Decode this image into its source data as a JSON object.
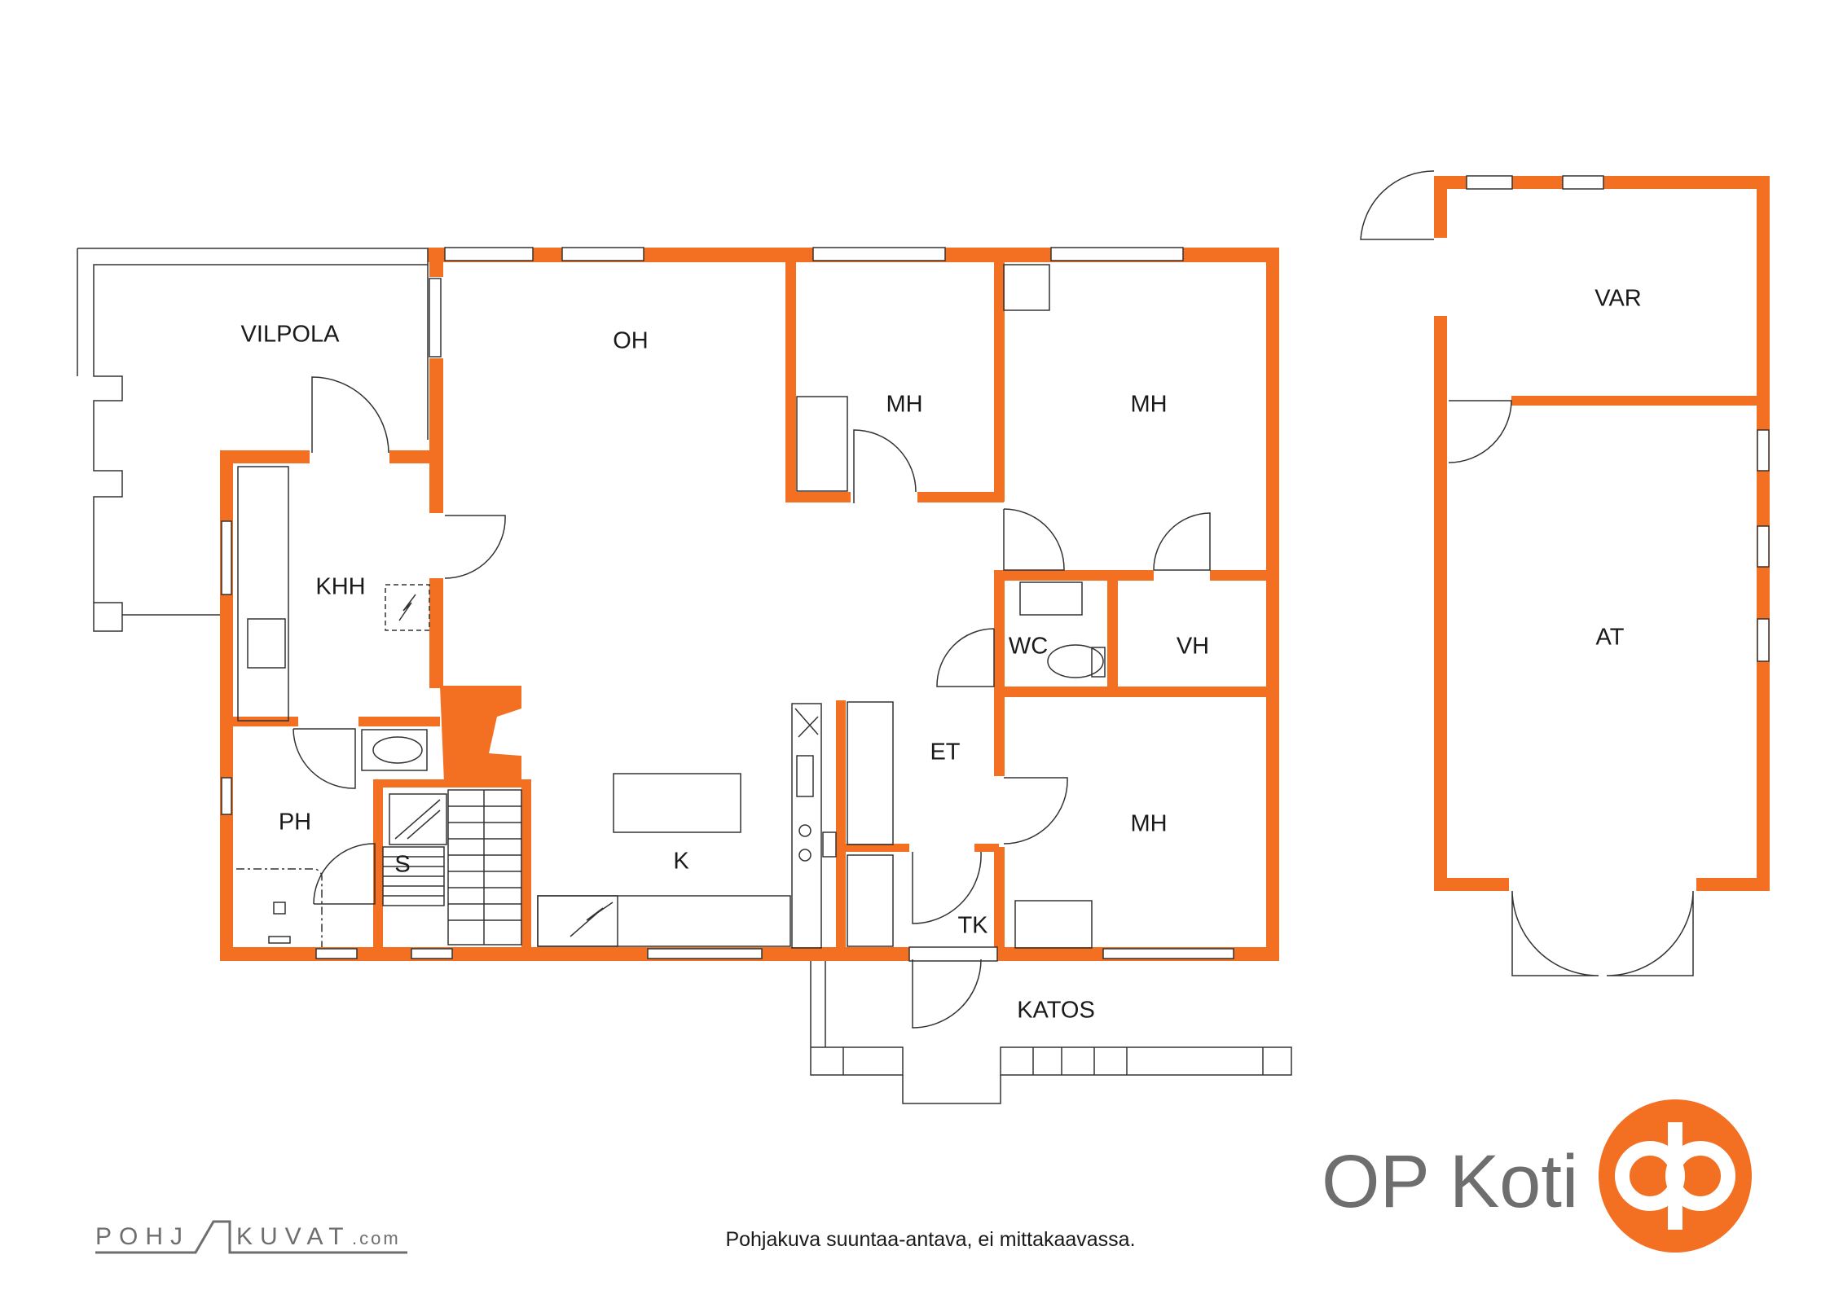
{
  "rooms": {
    "vilpola": "VILPOLA",
    "oh": "OH",
    "mh1": "MH",
    "mh2": "MH",
    "mh3": "MH",
    "khh": "KHH",
    "wc": "WC",
    "vh": "VH",
    "et": "ET",
    "ph": "PH",
    "s": "S",
    "k": "K",
    "tk": "TK",
    "katos": "KATOS",
    "var": "VAR",
    "at": "AT"
  },
  "disclaimer": "Pohjakuva suuntaa-antava, ei mittakaavassa.",
  "brand": {
    "name": "OP Koti",
    "accent_color": "#f36f21",
    "logo_icon": "op-logo-icon"
  },
  "watermark": {
    "left": "POHJ",
    "right": "KUVAT",
    "suffix": ".com"
  },
  "colors": {
    "wall": "#f36f21",
    "line": "#333333"
  }
}
